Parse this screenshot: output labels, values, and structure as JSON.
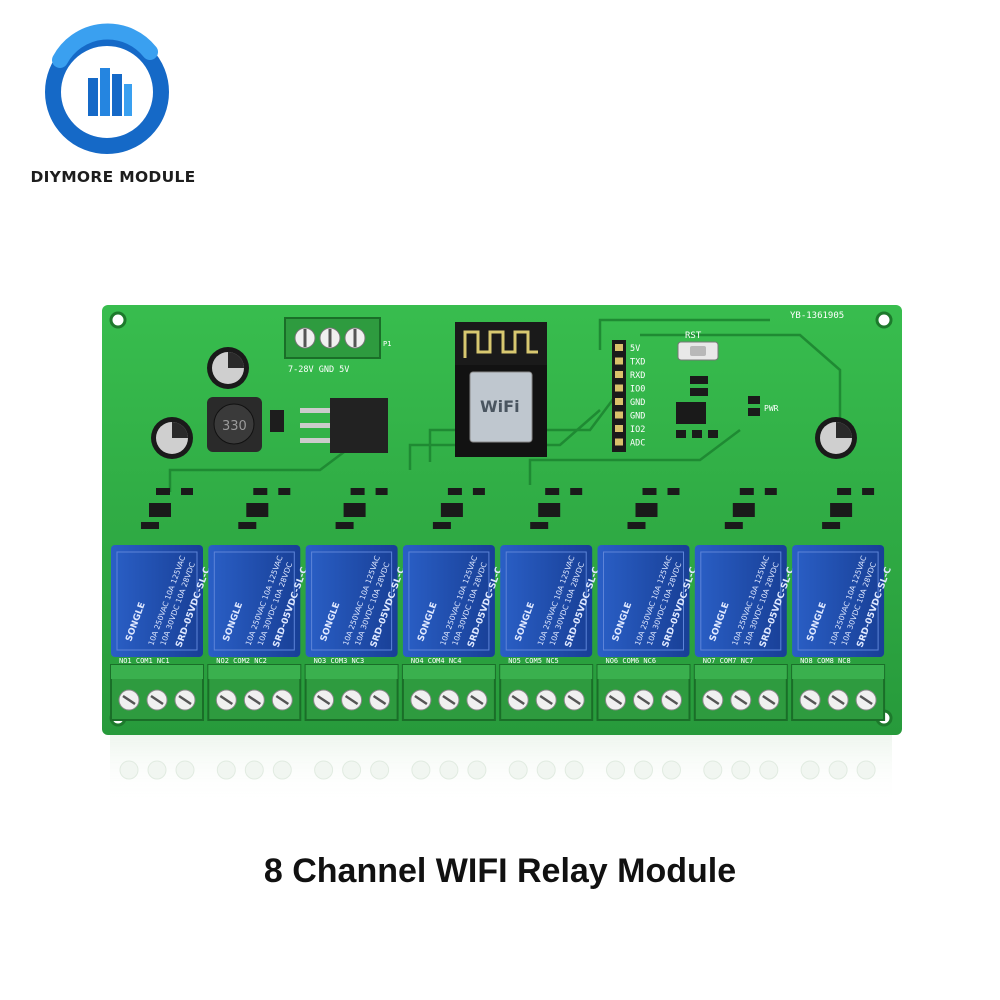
{
  "brand": {
    "name": "DIYMORE MODULE",
    "logo_icon": "diymore-ring-logo",
    "accent_color": "#1569c7"
  },
  "caption": "8 Channel WIFI Relay Module",
  "board": {
    "pcb_color": "#2fb045",
    "serial": "YB-1361905",
    "power_input_label": "7-28V GND  5V",
    "p1_label": "P1",
    "inductor_marking": "330",
    "module_brand_text": "WiFi",
    "rst_label": "RST",
    "pwr_label": "PWR",
    "header_pins": [
      "5V",
      "TXD",
      "RXD",
      "IO0",
      "GND",
      "GND",
      "IO2",
      "ADC"
    ],
    "relay": {
      "count": 8,
      "color": "#1f4fb0",
      "brand": "SONGLE",
      "model": "SRD-05VDC-SL-C",
      "rating_lines": [
        "10A 250VAC 10A 125VAC",
        "10A 30VDC 10A 28VDC"
      ]
    },
    "terminal_labels": [
      "NO1 COM1 NC1",
      "NO2 COM2 NC2",
      "NO3 COM3 NC3",
      "NO4 COM4 NC4",
      "NO5 COM5 NC5",
      "NO6 COM6 NC6",
      "NO7 COM7 NC7",
      "NO8 COM8 NC8"
    ]
  }
}
